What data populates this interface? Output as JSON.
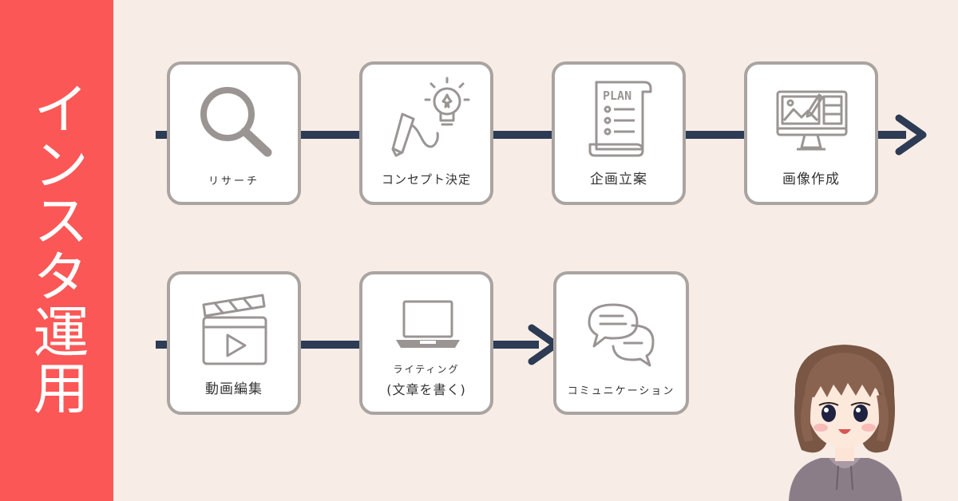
{
  "sidebar": {
    "title": "インスタ運用"
  },
  "steps_row1": [
    {
      "label": "リサーチ",
      "icon": "magnifier-icon"
    },
    {
      "label": "コンセプト決定",
      "icon": "pencil-lightbulb-icon"
    },
    {
      "label": "企画立案",
      "icon": "plan-scroll-icon"
    },
    {
      "label": "画像作成",
      "icon": "monitor-image-edit-icon"
    }
  ],
  "steps_row2": [
    {
      "label": "動画編集",
      "icon": "clapperboard-icon"
    },
    {
      "label_line1": "ライティング",
      "label_line2": "(文章を書く)",
      "icon": "laptop-icon"
    },
    {
      "label": "コミュニケーション",
      "icon": "speech-bubbles-icon"
    }
  ],
  "plan_scroll_text": "PLAN",
  "colors": {
    "sidebar": "#fb5757",
    "background": "#f7ede6",
    "connector": "#2d3b54",
    "card_border": "#aaa4a1",
    "icon": "#9a9593"
  }
}
